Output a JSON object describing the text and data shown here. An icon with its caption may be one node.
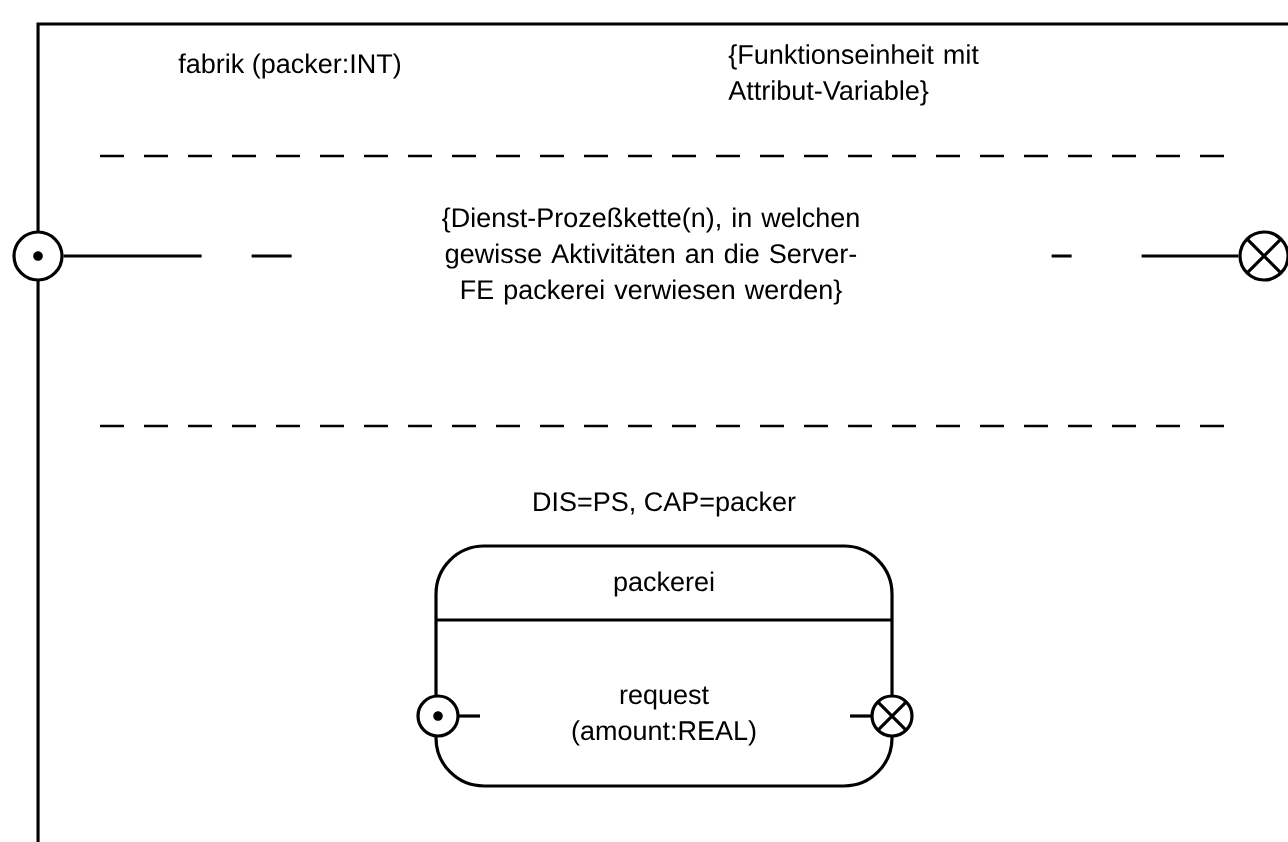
{
  "diagram": {
    "nodes": [
      {
        "text": [
          "fabrik (packer:INT)"
        ]
      },
      {
        "text": [],
        "shape": "circle"
      },
      {
        "text": [],
        "shape": "circle",
        "in": 0
      },
      {
        "text": [
          "packerei",
          "request (amount:REAL)"
        ],
        "beside": [
          "DIS=PS, CAP=packer"
        ],
        "in": 0
      },
      {
        "text": [],
        "shape": "circle",
        "in": 0
      },
      {
        "text": [],
        "shape": "circle",
        "in": 0
      }
    ],
    "edges": [
      {
        "from": 1,
        "to": 2,
        "arrow": "none",
        "label": "{Dienst-Prozeßkette(n), in welchen gewisse Aktivitäten an die Server-FE packerei verwiesen werden}"
      }
    ],
    "labels": [
      "{Funktionseinheit mit Attribut-Variable}"
    ]
  }
}
